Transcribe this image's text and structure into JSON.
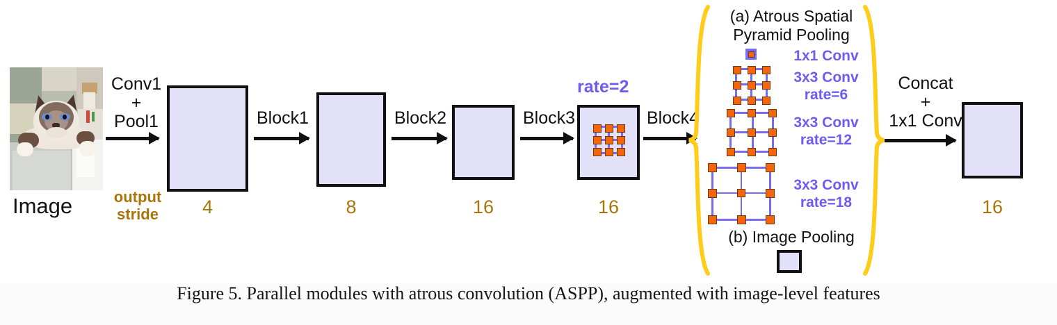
{
  "figure": {
    "caption": "Figure 5. Parallel modules with atrous convolution (ASPP), augmented with image-level features",
    "input_label": "Image",
    "output_stride_label_line1": "output",
    "output_stride_label_line2": "stride",
    "colors": {
      "block_fill": "#e3e1f9",
      "block_border": "#111111",
      "stride_text": "#a9750a",
      "purple_accent": "#6c5cf0",
      "brace_yellow": "#ffcc1a",
      "kernel_dot": "#f4650c",
      "kernel_line": "#7b6bf0"
    }
  },
  "backbone": {
    "arrows": [
      {
        "label_line1": "Conv1",
        "label_line2": "+",
        "label_line3": "Pool1"
      },
      {
        "label_line1": "Block1"
      },
      {
        "label_line1": "Block2"
      },
      {
        "label_line1": "Block3"
      },
      {
        "label_line1": "Block4"
      }
    ],
    "stages": [
      {
        "output_stride": "4"
      },
      {
        "output_stride": "8"
      },
      {
        "output_stride": "16"
      },
      {
        "output_stride": "16",
        "rate_label": "rate=2"
      }
    ]
  },
  "aspp": {
    "title_line1": "(a) Atrous Spatial",
    "title_line2": "Pyramid Pooling",
    "branches": [
      {
        "name": "1x1 Conv",
        "line1": "1x1 Conv",
        "line2": ""
      },
      {
        "name": "3x3 Conv rate=6",
        "line1": "3x3 Conv",
        "line2": "rate=6"
      },
      {
        "name": "3x3 Conv rate=12",
        "line1": "3x3 Conv",
        "line2": "rate=12"
      },
      {
        "name": "3x3 Conv rate=18",
        "line1": "3x3 Conv",
        "line2": "rate=18"
      }
    ],
    "image_pooling_title": "(b) Image Pooling"
  },
  "head": {
    "label_line1": "Concat",
    "label_line2": "+",
    "label_line3": "1x1 Conv",
    "output_stride": "16"
  }
}
